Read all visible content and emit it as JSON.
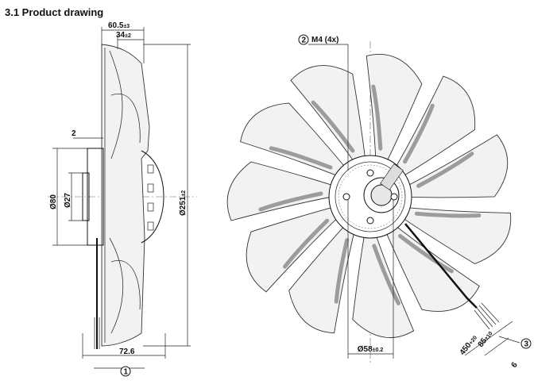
{
  "title": "3.1 Product drawing",
  "side_view": {
    "dim_overall_depth": "60.5",
    "dim_overall_depth_tol": "±3",
    "dim_rotor_depth": "34",
    "dim_rotor_depth_tol": "±2",
    "dim_flange": "2",
    "dim_hub_diameter": "Ø80",
    "dim_bore_diameter": "Ø27",
    "dim_fan_diameter": "Ø251",
    "dim_fan_diameter_tol": "±2",
    "dim_bottom_width": "72.6",
    "callout_1": "1"
  },
  "front_view": {
    "callout_2": "2",
    "thread_label": "M4 (4x)",
    "dim_bolt_circle": "Ø58",
    "dim_bolt_circle_tol": "±0.2",
    "dim_cable_length": "450",
    "dim_cable_length_tol": "+20",
    "dim_strip_length": "85",
    "dim_strip_length_tol": "±10",
    "dim_wire_end": "6",
    "callout_3": "3"
  }
}
